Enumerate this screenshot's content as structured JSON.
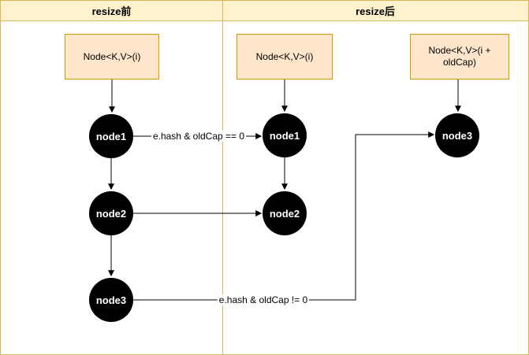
{
  "diagram": {
    "panel_before": {
      "title": "resize前",
      "bucket_label": "Node<K,V>(i)",
      "nodes": [
        "node1",
        "node2",
        "node3"
      ]
    },
    "panel_after": {
      "title": "resize后",
      "bucket_low_label": "Node<K,V>(i)",
      "bucket_high_label": "Node<K,V>(i + oldCap)",
      "low_nodes": [
        "node1",
        "node2"
      ],
      "high_nodes": [
        "node3"
      ]
    },
    "edge_labels": {
      "low_condition": "e.hash & oldCap == 0",
      "high_condition": "e.hash & oldCap != 0"
    },
    "colors": {
      "header_fill": "#fff2cc",
      "frame_border": "#d6b656",
      "bucket_fill": "#ffe6cc",
      "bucket_border": "#d79b00",
      "node_fill": "#000000",
      "node_text": "#ffffff",
      "edge_stroke": "#000000"
    }
  }
}
